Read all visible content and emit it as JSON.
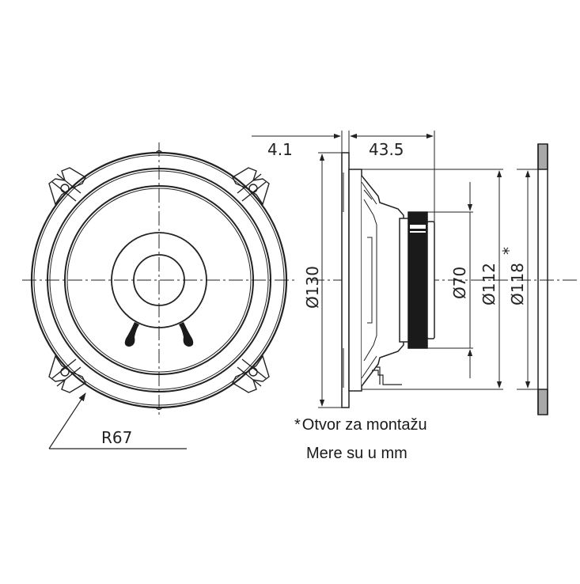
{
  "diagram": {
    "subject": "Speaker dimensional drawing",
    "front_view": {
      "radius_label": "R67"
    },
    "side_view": {
      "dimensions": {
        "flange_thickness": "4.1",
        "mounting_depth": "43.5",
        "overall_diameter": "Ø130",
        "magnet_diameter": "Ø70",
        "frame_diameter": "Ø112",
        "cutout_diameter": "Ø118",
        "cutout_marker": "*"
      }
    },
    "notes": {
      "asterisk": "*",
      "cutout_note": "Otvor za montažu",
      "units_note": "Mere su u mm"
    },
    "colors": {
      "line": "#222222",
      "magnet_fill": "#1a1a1a",
      "panel_fill": "#a8a8a8"
    }
  }
}
